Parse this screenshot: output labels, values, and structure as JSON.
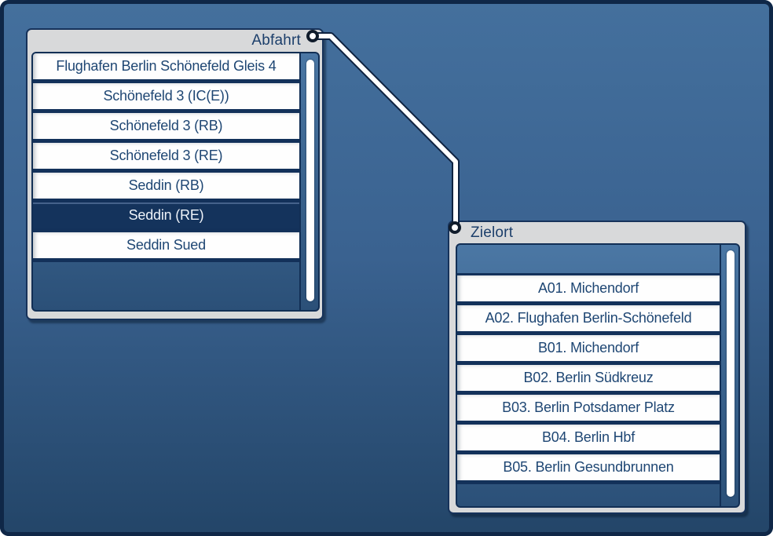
{
  "nodes": {
    "abfahrt": {
      "title": "Abfahrt",
      "items": [
        {
          "label": "Flughafen Berlin Schönefeld Gleis 4",
          "selected": false
        },
        {
          "label": "Schönefeld 3 (IC(E))",
          "selected": false
        },
        {
          "label": "Schönefeld 3 (RB)",
          "selected": false
        },
        {
          "label": "Schönefeld 3 (RE)",
          "selected": false
        },
        {
          "label": "Seddin (RB)",
          "selected": false
        },
        {
          "label": "Seddin (RE)",
          "selected": true
        },
        {
          "label": "Seddin Sued",
          "selected": false
        }
      ]
    },
    "zielort": {
      "title": "Zielort",
      "items": [
        {
          "label": "A01. Michendorf",
          "selected": false
        },
        {
          "label": "A02. Flughafen Berlin-Schönefeld",
          "selected": false
        },
        {
          "label": "B01. Michendorf",
          "selected": false
        },
        {
          "label": "B02. Berlin Südkreuz",
          "selected": false
        },
        {
          "label": "B03. Berlin Potsdamer Platz",
          "selected": false
        },
        {
          "label": "B04. Berlin Hbf",
          "selected": false
        },
        {
          "label": "B05. Berlin Gesundbrunnen",
          "selected": false
        }
      ]
    }
  },
  "connection": {
    "from": "Abfahrt",
    "to": "Zielort"
  },
  "colors": {
    "background_top": "#44709d",
    "background_bottom": "#234568",
    "window_border": "#0f2747",
    "panel_bg": "#d8d9da",
    "panel_border": "#16325a",
    "list_bg_top": "#4b77a4",
    "list_bg_bottom": "#2b5078",
    "item_bg": "#fefefe",
    "item_text": "#1e4673",
    "selected_item_bg": "#14335c",
    "selected_item_text": "#eef3f9",
    "connector_line": "#ffffff",
    "connector_outline": "#0e2240"
  }
}
